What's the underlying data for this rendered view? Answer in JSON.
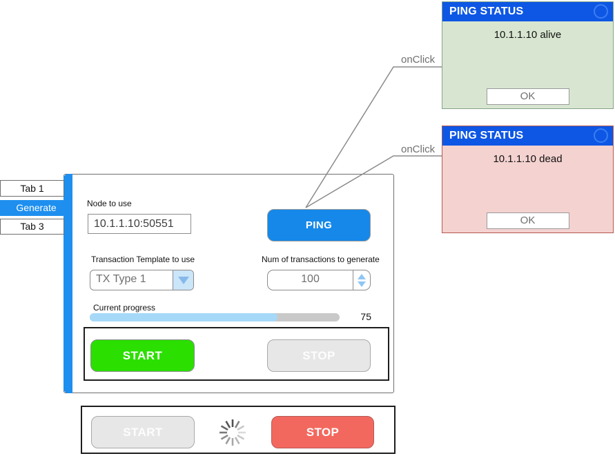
{
  "dialogs": {
    "alive": {
      "title": "PING STATUS",
      "message": "10.1.1.10 alive",
      "ok": "OK"
    },
    "dead": {
      "title": "PING STATUS",
      "message": "10.1.1.10 dead",
      "ok": "OK"
    }
  },
  "annotations": {
    "onclick_top": "onClick",
    "onclick_bottom": "onClick"
  },
  "tabs": {
    "tab1": "Tab 1",
    "generate": "Generate",
    "tab3": "Tab 3"
  },
  "panel": {
    "node_label": "Node to use",
    "node_value": "10.1.1.10:50551",
    "ping": "PING",
    "template_label": "Transaction Template to use",
    "template_value": "TX Type 1",
    "num_label": "Num of transactions to generate",
    "num_value": "100",
    "progress_label": "Current progress",
    "progress_value": "75",
    "progress_percent": 75,
    "start": "START",
    "stop": "STOP"
  },
  "bottom": {
    "start": "START",
    "stop": "STOP"
  },
  "colors": {
    "titlebar_blue": "#0e57e5",
    "accent_blue": "#1789ea",
    "tab_strip_blue": "#1e8fef",
    "alive_green_bg": "#d8e6d1",
    "dead_red_bg": "#f4d2d0",
    "start_green": "#2bdf00",
    "stop_red": "#f3685e",
    "disabled_gray": "#e7e7e7",
    "progress_fill": "#a6d9f8",
    "progress_track": "#c9c9c9"
  }
}
